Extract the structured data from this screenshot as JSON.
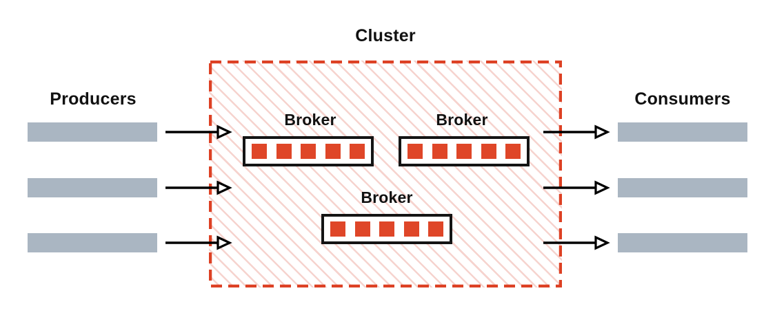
{
  "diagram": {
    "title_cluster": "Cluster",
    "producers_label": "Producers",
    "consumers_label": "Consumers",
    "broker_label": "Broker",
    "colors": {
      "cluster_border": "#DD4124",
      "cluster_hatch": "#F6D3CE",
      "partition": "#DF4628",
      "endpoint_bar": "#AAB6C2",
      "arrow": "#000000",
      "broker_border": "#141414",
      "text": "#111111",
      "background": "#FFFFFF"
    },
    "producers": [
      {
        "name": "producer-1"
      },
      {
        "name": "producer-2"
      },
      {
        "name": "producer-3"
      }
    ],
    "consumers": [
      {
        "name": "consumer-1"
      },
      {
        "name": "consumer-2"
      },
      {
        "name": "consumer-3"
      }
    ],
    "brokers": [
      {
        "label": "Broker",
        "partition_count": 5
      },
      {
        "label": "Broker",
        "partition_count": 5
      },
      {
        "label": "Broker",
        "partition_count": 5
      }
    ],
    "arrows_in": [
      {
        "name": "producer-1-to-cluster"
      },
      {
        "name": "producer-2-to-cluster"
      },
      {
        "name": "producer-3-to-cluster"
      }
    ],
    "arrows_out": [
      {
        "name": "cluster-to-consumer-1"
      },
      {
        "name": "cluster-to-consumer-2"
      },
      {
        "name": "cluster-to-consumer-3"
      }
    ]
  }
}
